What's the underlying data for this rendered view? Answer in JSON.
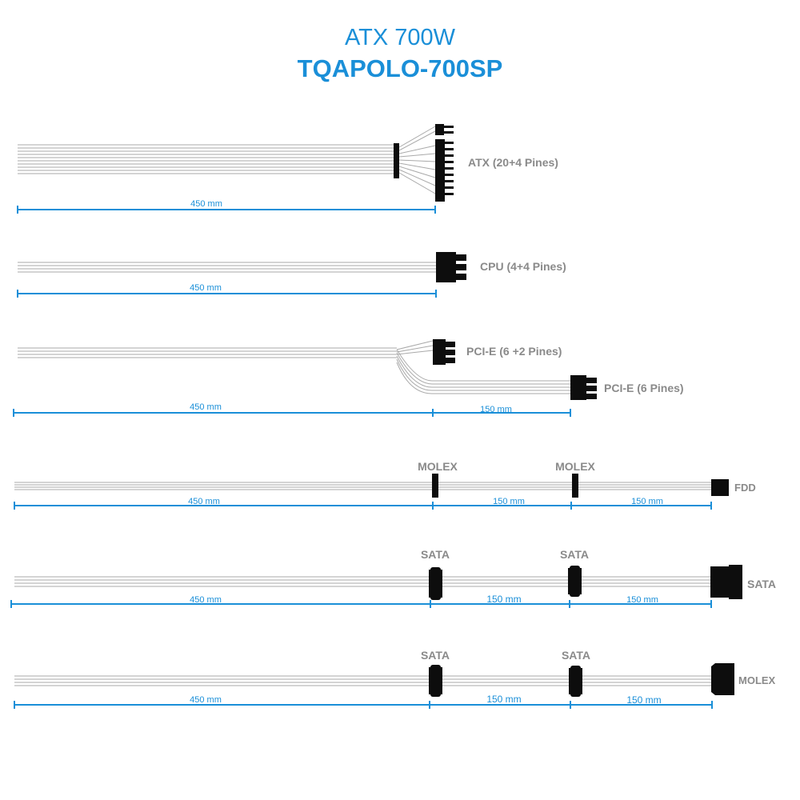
{
  "header": {
    "subtitle": "ATX 700W",
    "title": "TQAPOLO-700SP"
  },
  "colors": {
    "accent": "#1a8fd8",
    "label": "#8a8a8a",
    "wire": "#a9a9a9",
    "connector": "#0d0d0d"
  },
  "cables": {
    "atx": {
      "label": "ATX (20+4 Pines)",
      "length": "450 mm"
    },
    "cpu": {
      "label": "CPU (4+4 Pines)",
      "length": "450 mm"
    },
    "pcie": {
      "label_a": "PCI-E (6 +2 Pines)",
      "label_b": "PCI-E (6 Pines)",
      "length_a": "450 mm",
      "length_b": "150 mm"
    },
    "molex_fdd": {
      "conn1": "MOLEX",
      "conn2": "MOLEX",
      "end": "FDD",
      "length_a": "450 mm",
      "length_b": "150 mm",
      "length_c": "150 mm"
    },
    "sata1": {
      "conn1": "SATA",
      "conn2": "SATA",
      "end": "SATA",
      "length_a": "450 mm",
      "length_b": "150 mm",
      "length_c": "150 mm"
    },
    "sata2": {
      "conn1": "SATA",
      "conn2": "SATA",
      "end": "MOLEX",
      "length_a": "450 mm",
      "length_b": "150 mm",
      "length_c": "150 mm"
    }
  }
}
